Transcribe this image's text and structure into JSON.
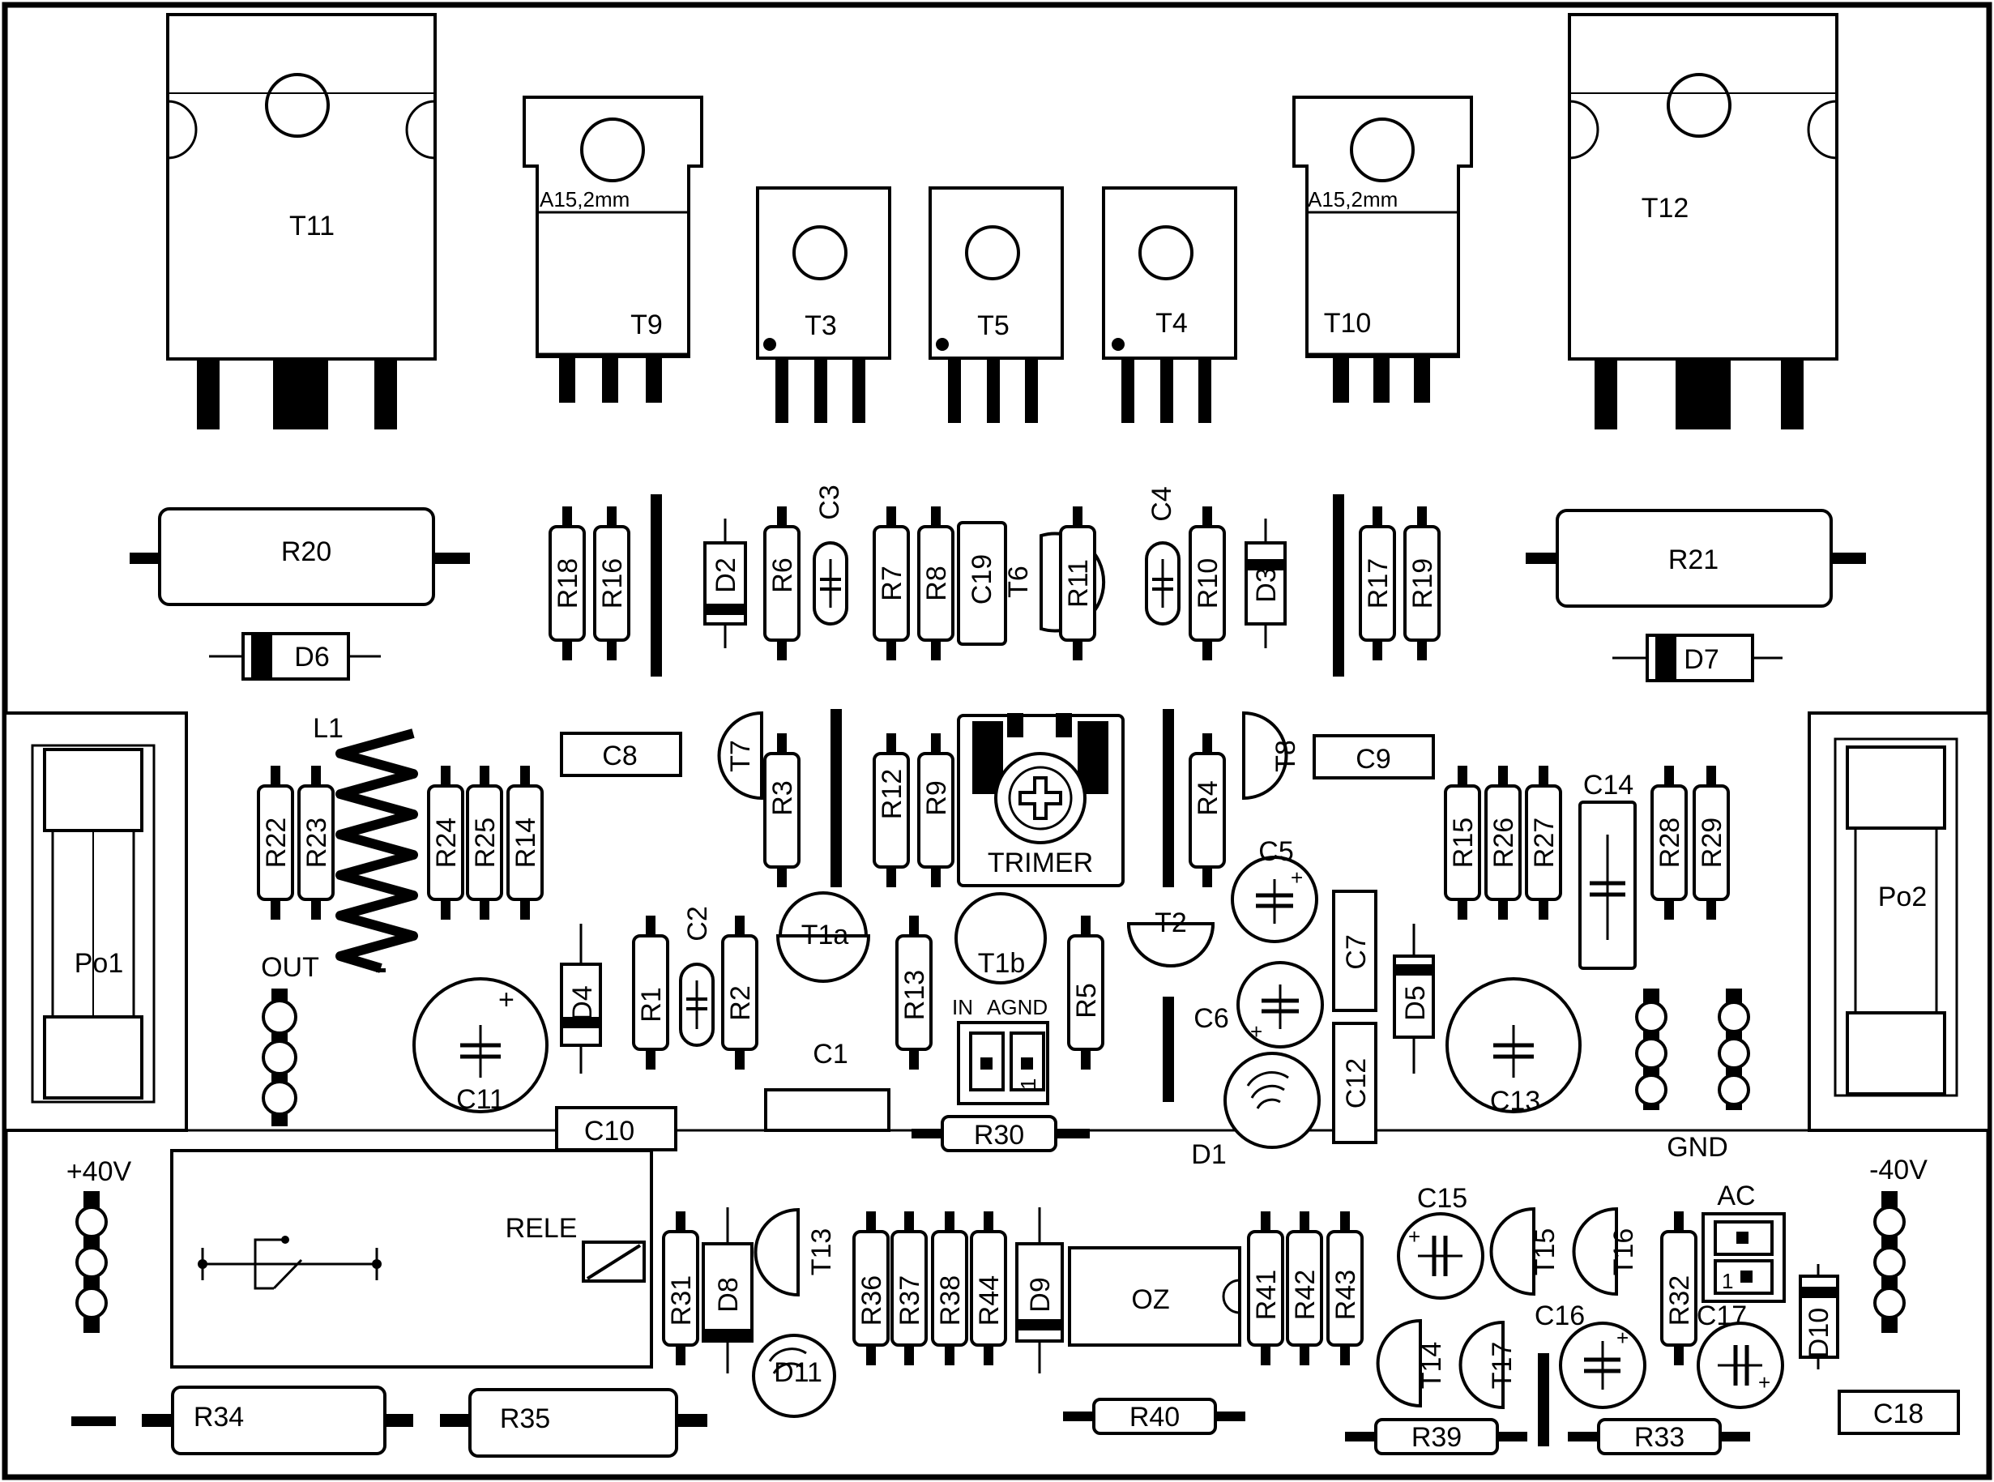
{
  "labels": {
    "T11": "T11",
    "T12": "T12",
    "T9": "T9",
    "T10": "T10",
    "T3": "T3",
    "T5": "T5",
    "T4": "T4",
    "A15a": "A15,2mm",
    "A15b": "A15,2mm",
    "R20": "R20",
    "R21": "R21",
    "D6": "D6",
    "D7": "D7",
    "R18": "R18",
    "R16": "R16",
    "D2": "D2",
    "R6": "R6",
    "C3": "C3",
    "R7": "R7",
    "R8": "R8",
    "C19": "C19",
    "T6": "T6",
    "R11": "R11",
    "C4": "C4",
    "R10": "R10",
    "D3": "D3",
    "R17": "R17",
    "R19": "R19",
    "L1": "L1",
    "C8": "C8",
    "T7": "T7",
    "R3": "R3",
    "R12": "R12",
    "R9": "R9",
    "TRIMER": "TRIMER",
    "R4": "R4",
    "T8": "T8",
    "C9": "C9",
    "R22": "R22",
    "R23": "R23",
    "R24": "R24",
    "R25": "R25",
    "R14": "R14",
    "R15": "R15",
    "R26": "R26",
    "R27": "R27",
    "C14": "C14",
    "R28": "R28",
    "R29": "R29",
    "Po1": "Po1",
    "Po2": "Po2",
    "OUT": "OUT",
    "GND": "GND",
    "C5": "C5",
    "C6": "C6",
    "C7": "C7",
    "C12": "C12",
    "D5": "D5",
    "D4": "D4",
    "C11": "C11",
    "C13": "C13",
    "C2": "C2",
    "R1": "R1",
    "R2": "R2",
    "T1a": "T1a",
    "T1b": "T1b",
    "T2": "T2",
    "R13": "R13",
    "R5": "R5",
    "C1": "C1",
    "IN": "IN",
    "AGND": "AGND",
    "R30": "R30",
    "D1": "D1",
    "C10": "C10",
    "plus40": "+40V",
    "minus40": "-40V",
    "RELE": "RELE",
    "R31": "R31",
    "D8": "D8",
    "T13": "T13",
    "D11": "D11",
    "R36": "R36",
    "R37": "R37",
    "R38": "R38",
    "R44": "R44",
    "D9": "D9",
    "OZ": "OZ",
    "R41": "R41",
    "R42": "R42",
    "R43": "R43",
    "C15": "C15",
    "T15": "T15",
    "T16": "T16",
    "AC": "AC",
    "R32": "R32",
    "C16": "C16",
    "C17": "C17",
    "D10": "D10",
    "T14": "T14",
    "T17": "T17",
    "R34": "R34",
    "R35": "R35",
    "R40": "R40",
    "R39": "R39",
    "R33": "R33",
    "C18": "C18",
    "pin1a": "1",
    "pin1b": "1",
    "plus": "+"
  }
}
